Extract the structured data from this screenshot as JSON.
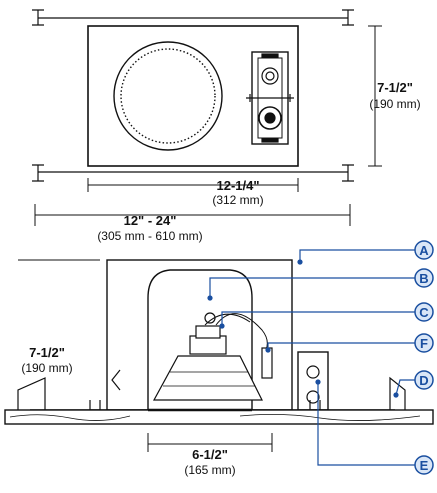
{
  "colors": {
    "line": "#111111",
    "callout": "#1a4fa0",
    "callout_fill": "#d9e6f7",
    "wood": "#444444"
  },
  "top_view": {
    "height_in": "7-1/2\"",
    "height_mm": "(190 mm)",
    "inner_width_in": "12-1/4\"",
    "inner_width_mm": "(312 mm)",
    "span_in": "12\" - 24\"",
    "span_mm": "(305 mm - 610 mm)"
  },
  "side_view": {
    "height_in": "7-1/2\"",
    "height_mm": "(190 mm)",
    "aperture_in": "6-1/2\"",
    "aperture_mm": "(165 mm)"
  },
  "callouts": [
    {
      "id": "A",
      "label": "A"
    },
    {
      "id": "B",
      "label": "B"
    },
    {
      "id": "C",
      "label": "C"
    },
    {
      "id": "F",
      "label": "F"
    },
    {
      "id": "D",
      "label": "D"
    },
    {
      "id": "E",
      "label": "E"
    }
  ]
}
